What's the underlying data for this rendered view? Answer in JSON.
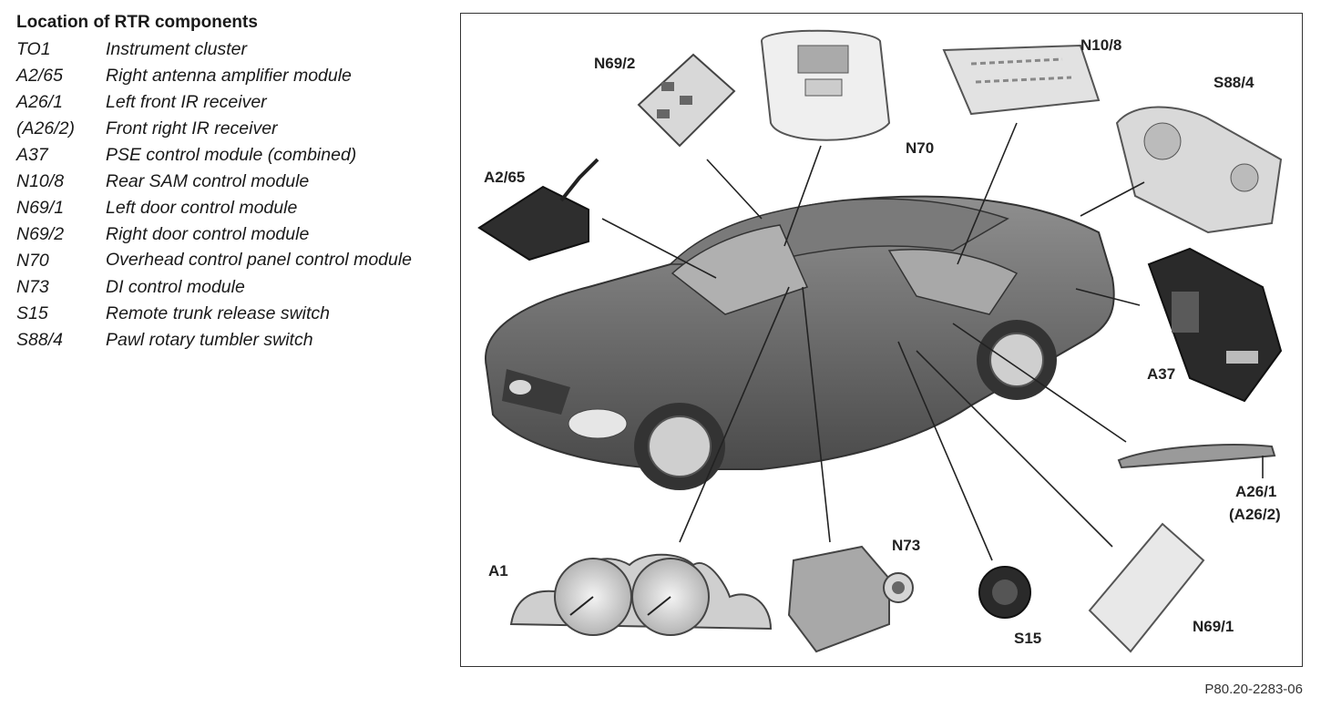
{
  "legend": {
    "title": "Location of RTR components",
    "items": [
      {
        "code": "TO1",
        "desc": "Instrument cluster"
      },
      {
        "code": "A2/65",
        "desc": "Right antenna amplifier module"
      },
      {
        "code": "A26/1",
        "desc": "Left front IR receiver"
      },
      {
        "code": "(A26/2)",
        "desc": "Front right IR receiver"
      },
      {
        "code": "A37",
        "desc": "PSE control module (combined)"
      },
      {
        "code": "N10/8",
        "desc": "Rear SAM control module"
      },
      {
        "code": "N69/1",
        "desc": "Left door control module"
      },
      {
        "code": "N69/2",
        "desc": "Right door control module"
      },
      {
        "code": "N70",
        "desc": "Overhead control panel control module"
      },
      {
        "code": "N73",
        "desc": "DI control module"
      },
      {
        "code": "S15",
        "desc": "Remote trunk release switch"
      },
      {
        "code": "S88/4",
        "desc": "Pawl rotary tumbler switch"
      }
    ]
  },
  "diagram": {
    "labels": {
      "n69_2": "N69/2",
      "n70": "N70",
      "n10_8": "N10/8",
      "s88_4": "S88/4",
      "a2_65": "A2/65",
      "a37": "A37",
      "a26_1": "A26/1",
      "a26_2": "(A26/2)",
      "a1": "A1",
      "n73": "N73",
      "s15": "S15",
      "n69_1": "N69/1"
    },
    "figure_ref": "P80.20-2283-06"
  }
}
